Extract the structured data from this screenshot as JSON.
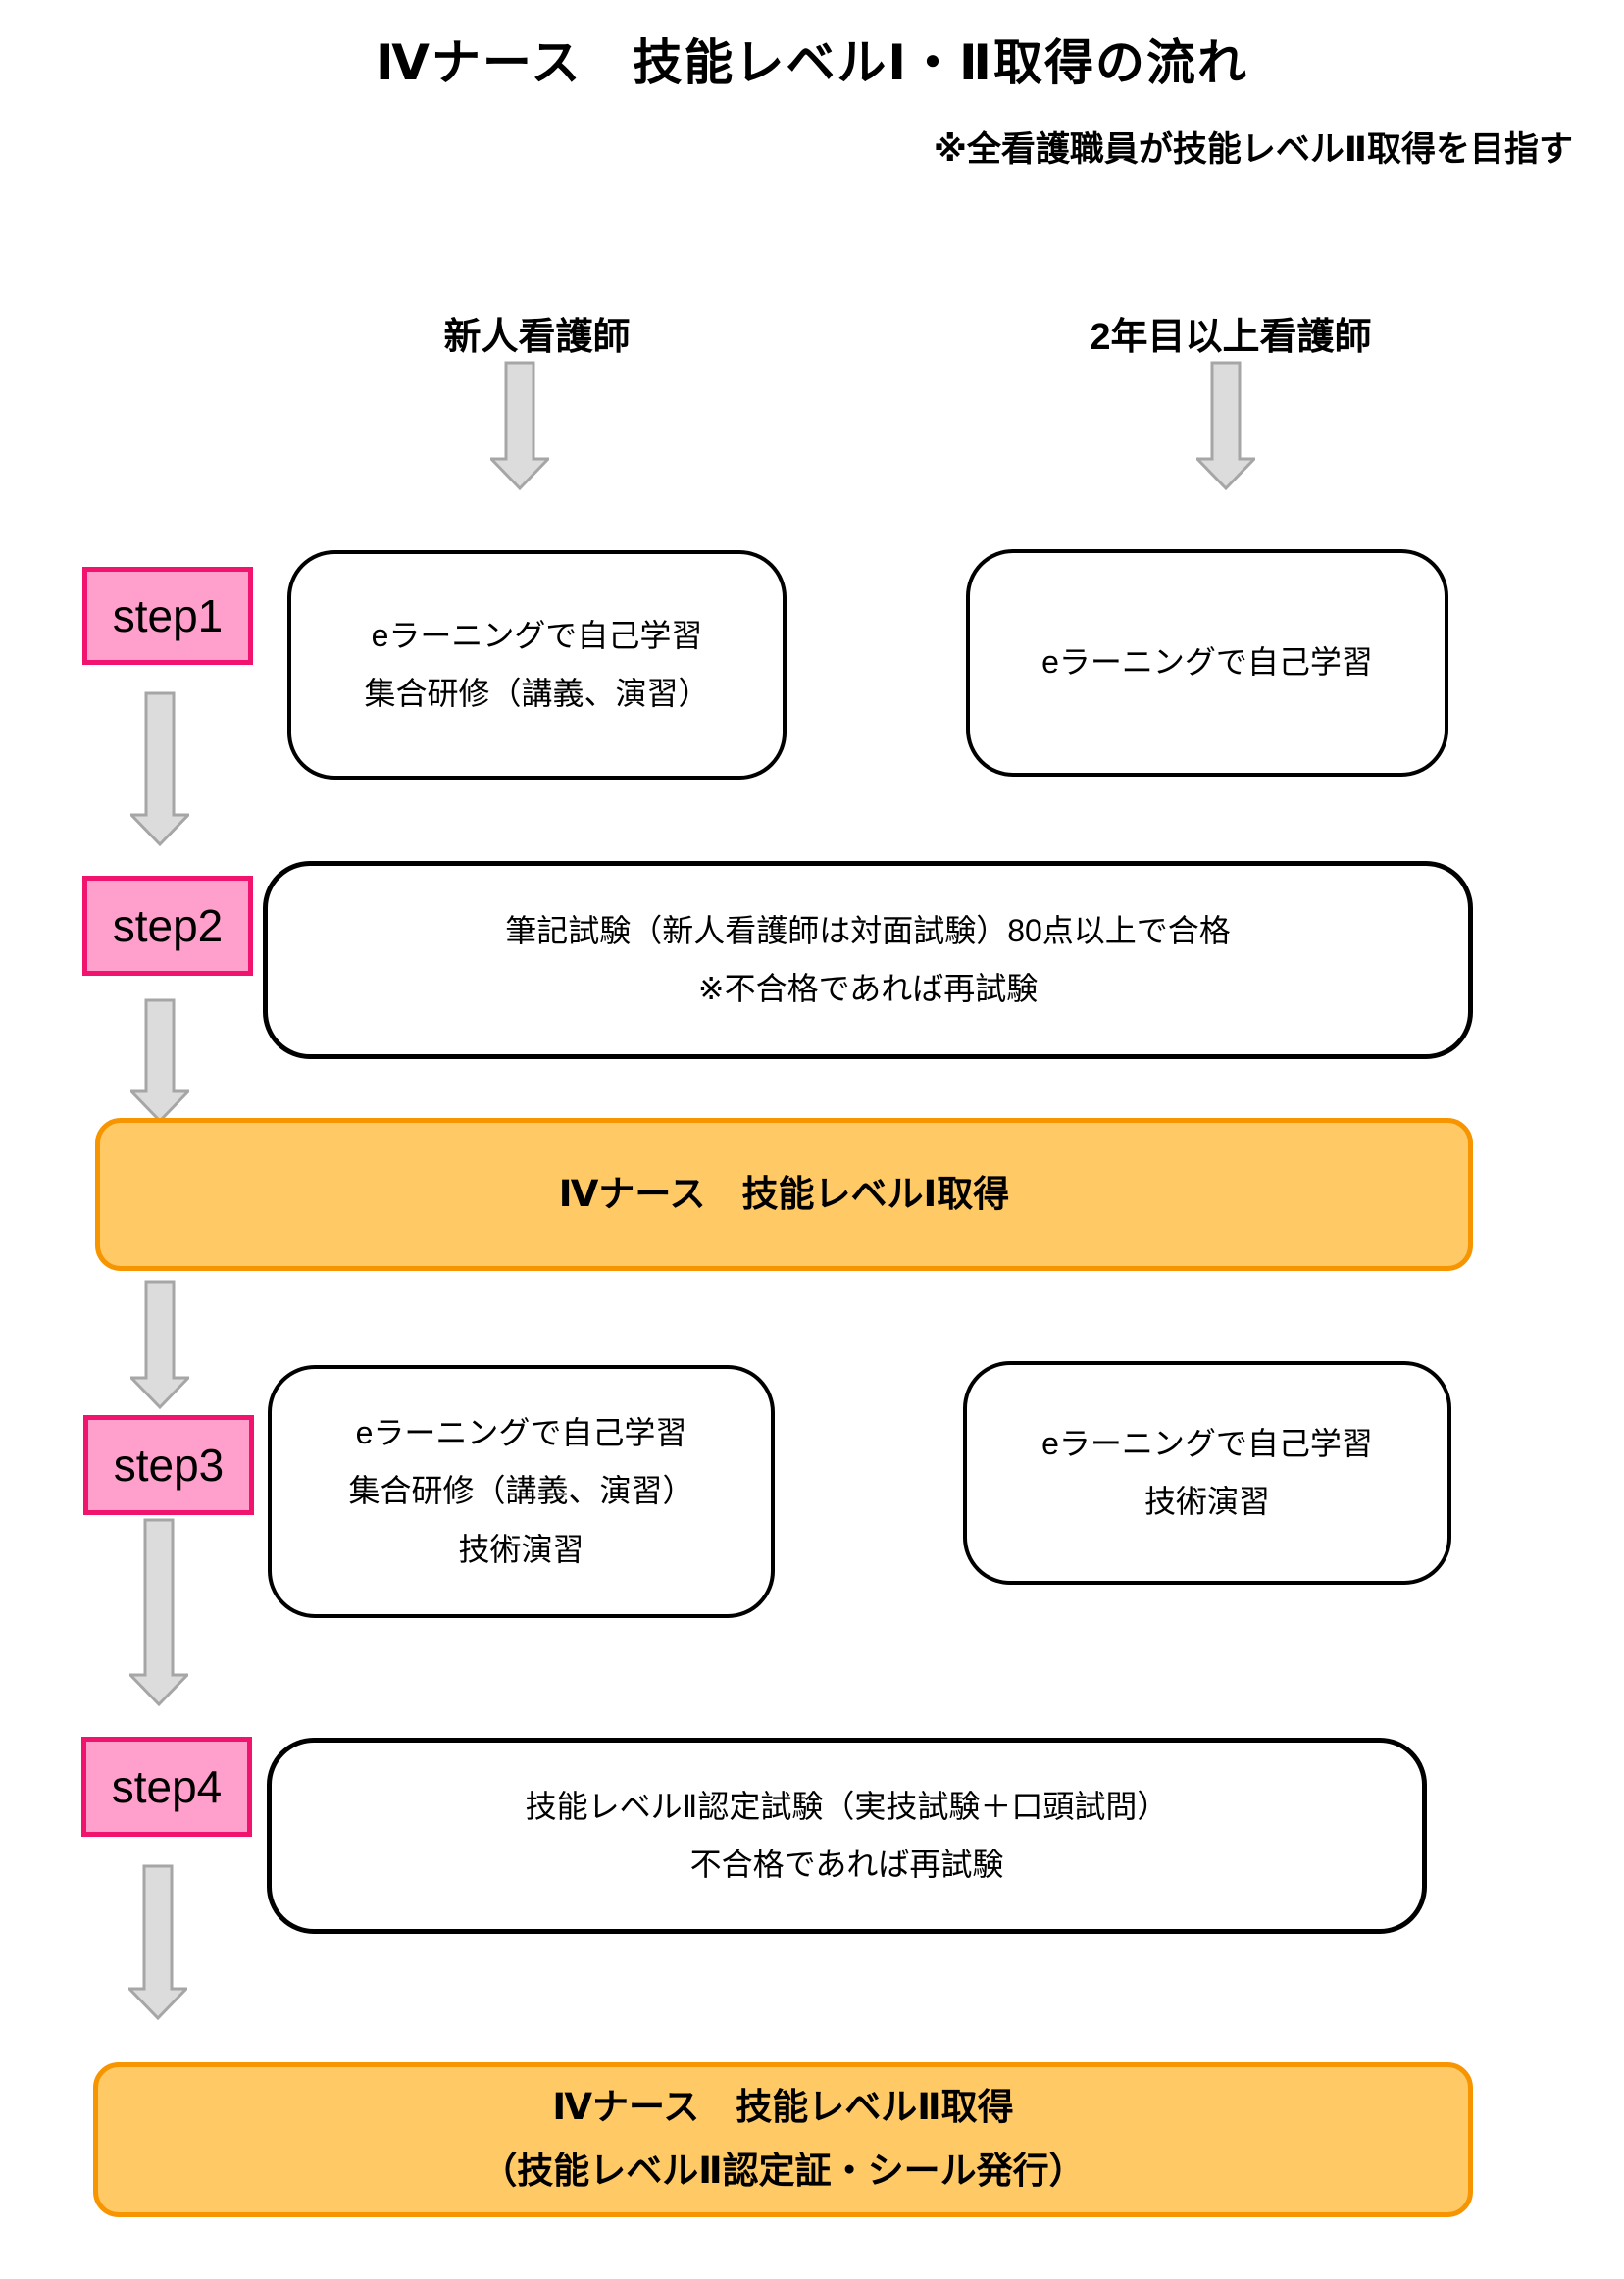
{
  "title": "Ⅳナース　技能レベルⅠ・Ⅱ取得の流れ",
  "subtitle": "※全看護職員が技能レベルⅡ取得を目指す",
  "headers": {
    "new_nurse": "新人看護師",
    "senior_nurse": "2年目以上看護師"
  },
  "step1": {
    "label": "step1",
    "new_nurse_lines": [
      "eラーニングで自己学習",
      "集合研修（講義、演習）"
    ],
    "senior_nurse_line": "eラーニングで自己学習"
  },
  "step2": {
    "label": "step2",
    "lines": [
      "筆記試験（新人看護師は対面試験）80点以上で合格",
      "※不合格であれば再試験"
    ]
  },
  "milestone1": {
    "line": "Ⅳナース　技能レベルⅠ取得"
  },
  "step3": {
    "label": "step3",
    "new_nurse_lines": [
      "eラーニングで自己学習",
      "集合研修（講義、演習）",
      "技術演習"
    ],
    "senior_nurse_lines": [
      "eラーニングで自己学習",
      "技術演習"
    ]
  },
  "step4": {
    "label": "step4",
    "lines": [
      "技能レベルⅡ認定試験（実技試験＋口頭試問）",
      "不合格であれば再試験"
    ]
  },
  "milestone2": {
    "lines": [
      "Ⅳナース　技能レベルⅡ取得",
      "（技能レベルⅡ認定証・シール発行）"
    ]
  },
  "colors": {
    "step_label_fill": "#FF9FCB",
    "step_label_border": "#F0146E",
    "milestone_fill": "#FFC966",
    "milestone_border": "#F79500",
    "arrow_fill": "#DCDCDC",
    "arrow_border": "#A6A6A6",
    "box_border": "#000000"
  }
}
